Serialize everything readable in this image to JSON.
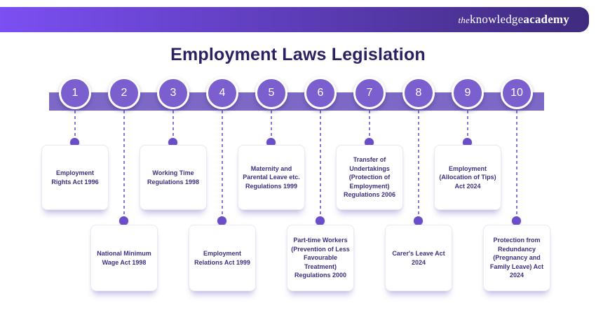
{
  "header": {
    "logo_the": "the",
    "logo_knowledge": "knowledge",
    "logo_academy": "academy"
  },
  "title": "Employment Laws Legislation",
  "colors": {
    "header_gradient_left": "#7b4ff2",
    "header_gradient_right": "#3f2b7e",
    "timeline_bar": "#7d68c6",
    "circle_fill": "#7b5fce",
    "connector": "#8678cd",
    "dot_fill": "#6a4dc8",
    "title_text": "#2a2163",
    "card_text": "#3d2f82"
  },
  "timeline": {
    "items": [
      {
        "number": "1",
        "label": "Employment Rights Act 1996"
      },
      {
        "number": "2",
        "label": "National Minimum Wage Act 1998"
      },
      {
        "number": "3",
        "label": "Working Time Regulations 1998"
      },
      {
        "number": "4",
        "label": "Employment Relations Act 1999"
      },
      {
        "number": "5",
        "label": "Maternity and Parental Leave etc. Regulations 1999"
      },
      {
        "number": "6",
        "label": "Part-time Workers (Prevention of Less Favourable Treatment) Regulations 2000"
      },
      {
        "number": "7",
        "label": "Transfer of Undertakings (Protection of Employment) Regulations 2006"
      },
      {
        "number": "8",
        "label": "Carer's Leave Act 2024"
      },
      {
        "number": "9",
        "label": "Employment (Allocation of Tips) Act 2024"
      },
      {
        "number": "10",
        "label": "Protection from Redundancy (Pregnancy and Family Leave) Act 2024"
      }
    ]
  }
}
